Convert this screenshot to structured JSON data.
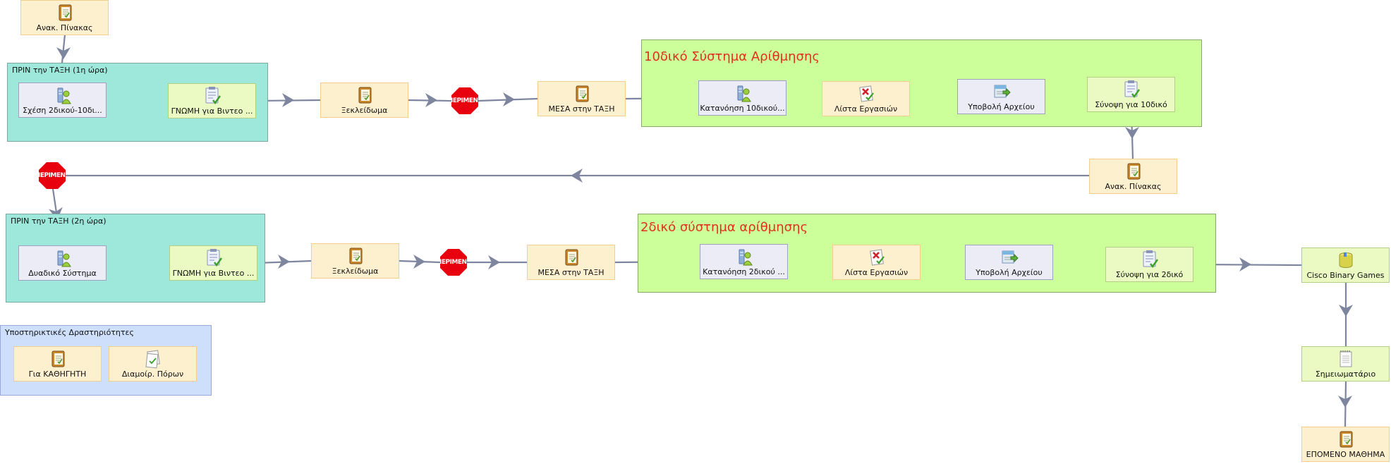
{
  "colors": {
    "connector": "#7e859e",
    "title_red": "#e0301e",
    "stop_red": "#e8000e"
  },
  "groups": {
    "before1": {
      "title": "ΠΡΙΝ την ΤΑΞΗ (1η ώρα)"
    },
    "sys10": {
      "title": "10δικό Σύστημα Αρίθμησης"
    },
    "before2": {
      "title": "ΠΡΙΝ την ΤΑΞΗ (2η ώρα)"
    },
    "sys2": {
      "title": "2δικό σύστημα αρίθμησης"
    },
    "support": {
      "title": "Υποστηρικτικές Δραστηριότητες"
    }
  },
  "nodes": {
    "top_board": {
      "label": "Ανακ. Πίνακας",
      "icon": "notebook-icon"
    },
    "relation": {
      "label": "Σχέση 2δικού-10δι...",
      "icon": "learner-icon"
    },
    "opinion1": {
      "label": "ΓΝΩΜΗ για Βιντεο ...",
      "icon": "checklist-icon"
    },
    "clarify1": {
      "label": "Ξεκλείδωμα",
      "icon": "notebook-icon"
    },
    "inclass1": {
      "label": "ΜΕΣΑ στην ΤΑΞΗ",
      "icon": "notebook-icon"
    },
    "understand10": {
      "label": "Κατανόηση 10δικού...",
      "icon": "learner-icon"
    },
    "tasks10": {
      "label": "Λίστα Εργασιών",
      "icon": "task-cross-icon"
    },
    "upload10": {
      "label": "Υποβολή Αρχείου",
      "icon": "upload-icon"
    },
    "summary10": {
      "label": "Σύνοψη για 10δικό",
      "icon": "checklist-icon"
    },
    "board2": {
      "label": "Ανακ. Πίνακας",
      "icon": "notebook-icon"
    },
    "binary": {
      "label": "Δυαδικό Σύστημα",
      "icon": "learner-icon"
    },
    "opinion2": {
      "label": "ΓΝΩΜΗ για Βιντεο ...",
      "icon": "checklist-icon"
    },
    "clarify2": {
      "label": "Ξεκλείδωμα",
      "icon": "notebook-icon"
    },
    "inclass2": {
      "label": "ΜΕΣΑ στην ΤΑΞΗ",
      "icon": "notebook-icon"
    },
    "understand2": {
      "label": "Κατανόηση 2δικού ...",
      "icon": "learner-icon"
    },
    "tasks2": {
      "label": "Λίστα Εργασιών",
      "icon": "task-cross-icon"
    },
    "upload2": {
      "label": "Υποβολή Αρχείου",
      "icon": "upload-icon"
    },
    "summary2": {
      "label": "Σύνοψη για 2δικό",
      "icon": "checklist-icon"
    },
    "cisco": {
      "label": "Cisco Binary Games",
      "icon": "database-icon"
    },
    "notepad": {
      "label": "Σημειωματάριο",
      "icon": "notepad-icon"
    },
    "next": {
      "label": "ΕΠΟΜΕΝΟ ΜΑΘΗΜΑ",
      "icon": "notebook-icon"
    },
    "teacher": {
      "label": "Για ΚΑΘΗΓΗΤΗ",
      "icon": "notebook-icon"
    },
    "resources": {
      "label": "Διαμοίρ. Πόρων",
      "icon": "share-doc-icon"
    }
  },
  "stops": {
    "stop1": {
      "label": "ΠΕΡΙΜΕΝΕ"
    },
    "stop2": {
      "label": "ΠΕΡΙΜΕΝΕ"
    },
    "stop3": {
      "label": "ΠΕΡΙΜΕΝΕ"
    }
  }
}
